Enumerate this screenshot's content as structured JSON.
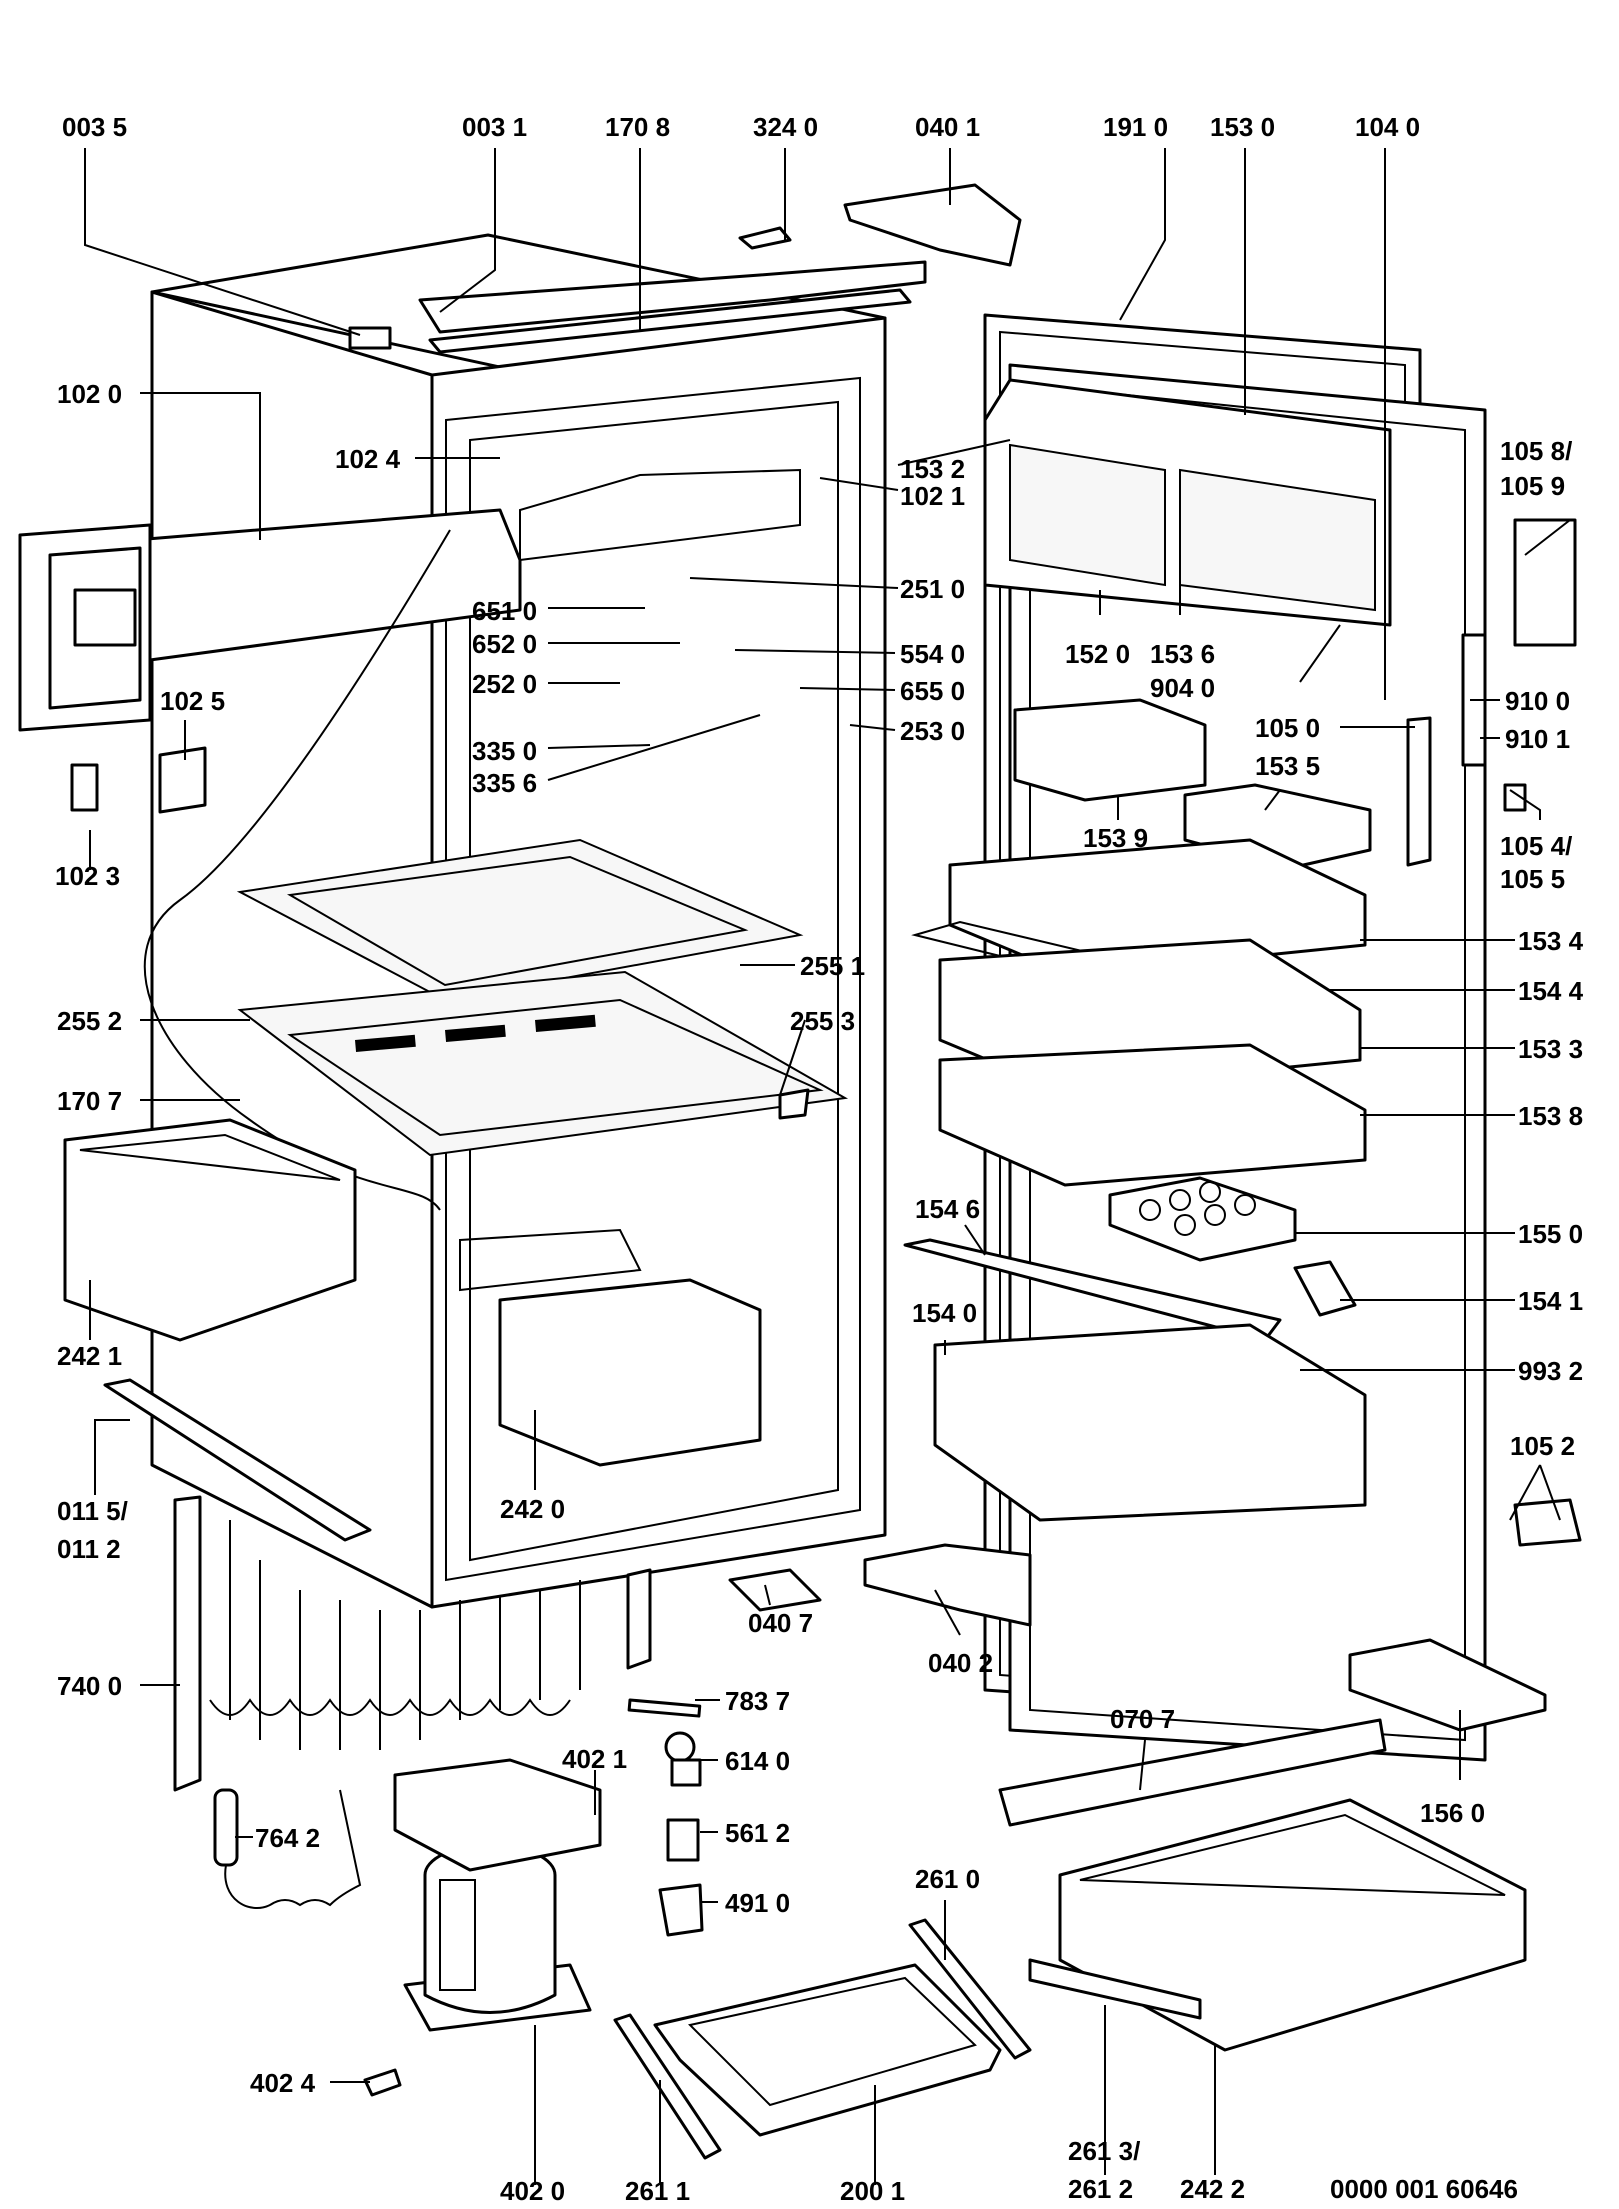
{
  "diagram": {
    "labels": [
      "003 5",
      "003 1",
      "170 8",
      "324 0",
      "040 1",
      "191 0",
      "153 0",
      "104 0",
      "102 0",
      "102 4",
      "153 2",
      "102 1",
      "105 8/",
      "105 9",
      "251 0",
      "651 0",
      "652 0",
      "554 0",
      "252 0",
      "655 0",
      "152 0",
      "153 6",
      "904 0",
      "910 0",
      "910 1",
      "102 5",
      "253 0",
      "105 0",
      "335 0",
      "335 6",
      "153 5",
      "102 3",
      "153 9",
      "105 4/",
      "105 5",
      "153 4",
      "255 1",
      "154 4",
      "255 2",
      "255 3",
      "153 3",
      "170 7",
      "153 8",
      "154 6",
      "155 0",
      "154 1",
      "242 1",
      "154 0",
      "993 2",
      "105 2",
      "011 5/",
      "011 2",
      "242 0",
      "040 7",
      "040 2",
      "740 0",
      "783 7",
      "070 7",
      "614 0",
      "402 1",
      "156 0",
      "561 2",
      "764 2",
      "261 0",
      "491 0",
      "402 4",
      "402 0",
      "261 1",
      "200 1",
      "261 3/",
      "261 2",
      "242 2",
      "0000 001 60646"
    ]
  }
}
